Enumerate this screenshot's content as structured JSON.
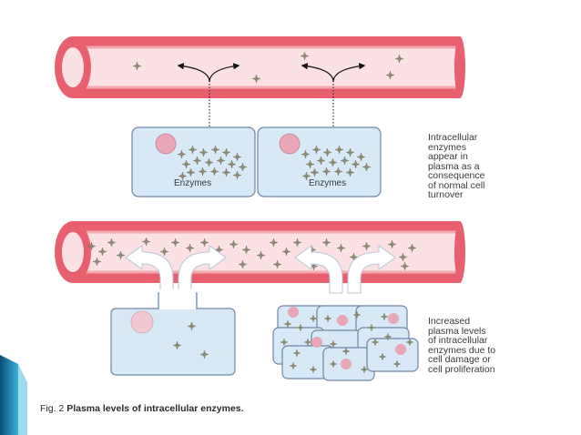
{
  "labels": {
    "top_description": "Intracellular\nenzymes\nappear in\nplasma as a\nconsequence\nof normal cell\nturnover",
    "bottom_description": "Increased\nplasma levels\nof intracellular\nenzymes due to\ncell damage or\ncell proliferation",
    "cell_label_left": "Enzymes",
    "cell_label_right": "Enzymes",
    "caption_prefix": "Fig. 2",
    "caption_title": "Plasma levels of intracellular enzymes."
  },
  "colors": {
    "vessel_wall": "#e8606e",
    "vessel_lumen": "#fbe0e4",
    "cell_fill": "#d7e8f6",
    "cell_border": "#6f86a6",
    "enzyme": "#8b8a72",
    "nucleus": "#e9a6b6",
    "slide_accent": "#1f7fa8"
  },
  "icons": [
    "arrow-icon",
    "enzyme-icon",
    "nucleus-icon"
  ]
}
